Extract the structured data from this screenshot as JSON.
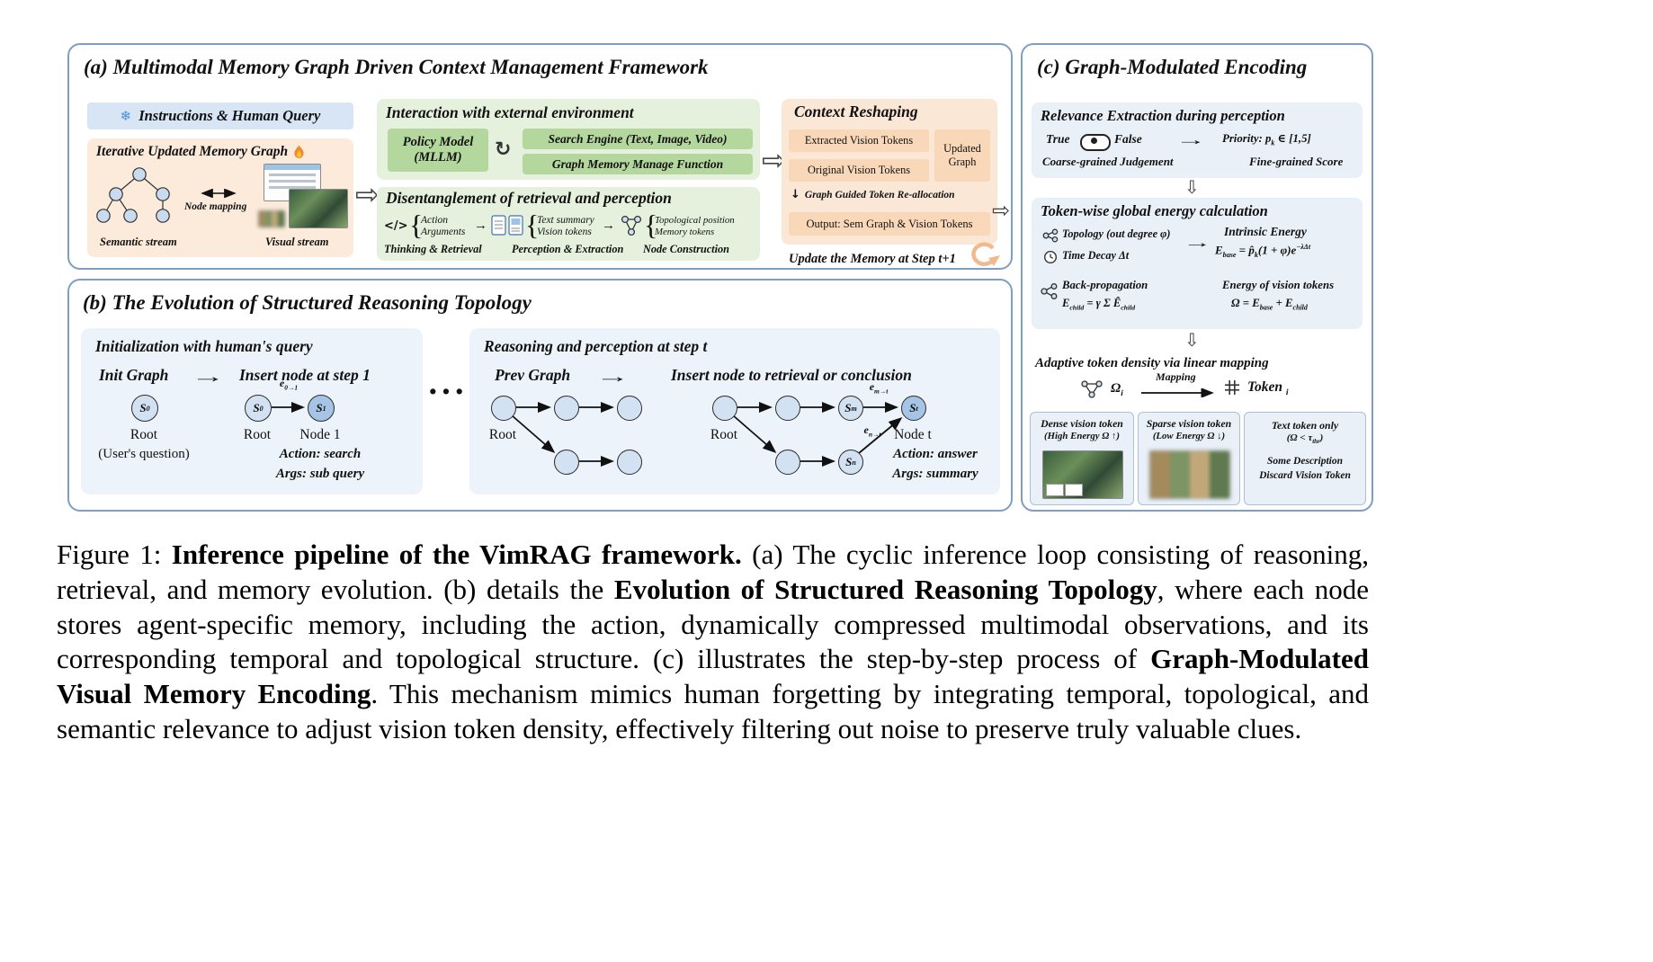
{
  "colors": {
    "panel-border": "#7d9ec6",
    "blue-bar": "#d7e5f5",
    "peach-bg": "#fcebdb",
    "green-bg": "#e5f1dd",
    "green-box": "#b4d79e",
    "orange-bg": "#fbe7d6",
    "orange-box": "#f8d8b8",
    "subpanel-bg": "#edf3fa",
    "cbox-bg": "#e9f0f8",
    "node-fill": "#d3e2f2",
    "node-fill-dark": "#a6c4e5",
    "ink": "#111111"
  },
  "icons": {
    "snowflake": "❄",
    "cycle": "↻",
    "arrow_right_hollow": "⇨",
    "arrow_down_hollow": "⇩",
    "arrow_right": "→",
    "arrow_down": "↓",
    "dots": "···",
    "code": "</>",
    "brace": "{"
  },
  "panel_a": {
    "title": "(a) Multimodal Memory Graph Driven Context Management Framework",
    "instructions_label": "Instructions & Human Query",
    "memory": {
      "title": "Iterative Updated Memory Graph",
      "node_mapping": "Node mapping",
      "semantic_stream": "Semantic stream",
      "visual_stream": "Visual stream"
    },
    "interaction": {
      "title": "Interaction with external environment",
      "policy_line1": "Policy Model",
      "policy_line2": "(MLLM)",
      "search_engine": "Search Engine (Text, Image, Video)",
      "graph_memory": "Graph Memory Manage Function"
    },
    "disentanglement": {
      "title": "Disentanglement of retrieval and perception",
      "action_line1": "Action",
      "action_line2": "Arguments",
      "text_line1": "Text summary",
      "text_line2": "Vision tokens",
      "topo_line1": "Topological position",
      "topo_line2": "Memory tokens",
      "label_thinking": "Thinking & Retrieval",
      "label_perception": "Perception & Extraction",
      "label_node": "Node Construction"
    },
    "reshaping": {
      "title": "Context Reshaping",
      "extracted": "Extracted Vision Tokens",
      "original": "Original Vision Tokens",
      "updated_line1": "Updated",
      "updated_line2": "Graph",
      "reallocation": "Graph Guided Token Re-allocation",
      "output": "Output: Sem Graph & Vision Tokens",
      "update_memory": "Update the Memory at Step t+1"
    }
  },
  "panel_b": {
    "title": "(b) The Evolution of Structured Reasoning Topology",
    "init": {
      "title": "Initialization with human's query",
      "init_graph": "Init Graph",
      "insert_node": "Insert node at step 1",
      "s0": [
        {
          "t": "S"
        },
        {
          "t": "0",
          "f": "sub"
        }
      ],
      "root1": "Root",
      "users_question": "(User's question)",
      "s0b": [
        {
          "t": "S"
        },
        {
          "t": "0",
          "f": "sub"
        }
      ],
      "s1": [
        {
          "t": "S"
        },
        {
          "t": "1",
          "f": "sub"
        }
      ],
      "e01": [
        {
          "t": "e"
        },
        {
          "t": "0→1",
          "f": "sub"
        }
      ],
      "root2": "Root",
      "node1": "Node 1",
      "action": "Action: search",
      "args": "Args: sub query"
    },
    "reasoning": {
      "title": "Reasoning and perception at step t",
      "prev_graph": "Prev Graph",
      "insert_node": "Insert node to retrieval or conclusion",
      "root_left": "Root",
      "root_right": "Root",
      "sm": [
        {
          "t": "S"
        },
        {
          "t": "m",
          "f": "sub"
        }
      ],
      "sn": [
        {
          "t": "S"
        },
        {
          "t": "n",
          "f": "sub"
        }
      ],
      "st": [
        {
          "t": "S"
        },
        {
          "t": "t",
          "f": "sub"
        }
      ],
      "emt": [
        {
          "t": "e"
        },
        {
          "t": "m→t",
          "f": "sub"
        }
      ],
      "ent": [
        {
          "t": "e"
        },
        {
          "t": "n→t",
          "f": "sub"
        }
      ],
      "node_t": "Node t",
      "action": "Action: answer",
      "args": "Args: summary"
    }
  },
  "panel_c": {
    "title": "(c) Graph-Modulated Encoding",
    "relevance": {
      "title": "Relevance Extraction during perception",
      "true_label": "True",
      "false_label": "False",
      "priority": [
        {
          "t": "Priority: p"
        },
        {
          "t": "k",
          "f": "sub"
        },
        {
          "t": " ∈ [1,5]"
        }
      ],
      "coarse": "Coarse-grained Judgement",
      "fine": "Fine-grained Score"
    },
    "energy": {
      "title": "Token-wise global energy calculation",
      "topology": "Topology (out degree φ)",
      "time_decay": "Time Decay Δt",
      "intrinsic_label": "Intrinsic Energy",
      "intrinsic_formula": [
        {
          "t": "E"
        },
        {
          "t": "base",
          "f": "sub"
        },
        {
          "t": " = p̂"
        },
        {
          "t": "k",
          "f": "sub"
        },
        {
          "t": "(1 + φ)e"
        },
        {
          "t": "−λΔt",
          "f": "sup"
        }
      ],
      "backprop_label": "Back-propagation",
      "backprop_formula": [
        {
          "t": "E"
        },
        {
          "t": "child",
          "f": "sub"
        },
        {
          "t": " = γ Σ Ê"
        },
        {
          "t": "child",
          "f": "sub"
        }
      ],
      "vision_label": "Energy of vision tokens",
      "vision_formula": [
        {
          "t": "Ω = E"
        },
        {
          "t": "base",
          "f": "sub"
        },
        {
          "t": " + E"
        },
        {
          "t": "child",
          "f": "sub"
        }
      ]
    },
    "adaptive": {
      "title": "Adaptive token density via linear mapping",
      "omega_i": [
        {
          "t": "Ω"
        },
        {
          "t": "i",
          "f": "sub"
        }
      ],
      "mapping": "Mapping",
      "token_i": [
        {
          "t": "Token "
        },
        {
          "t": "i",
          "f": "sub"
        }
      ],
      "dense_line1": "Dense vision token",
      "dense_line2": "(High Energy Ω ↑)",
      "sparse_line1": "Sparse vision token",
      "sparse_line2": "(Low Energy Ω ↓)",
      "text_line1": "Text token only",
      "text_line2": [
        {
          "t": "(Ω < τ"
        },
        {
          "t": "thr",
          "f": "sub"
        },
        {
          "t": ")"
        }
      ],
      "text_line3": "Some Description",
      "text_line4": "Discard Vision Token"
    }
  },
  "caption": {
    "runs": [
      {
        "text": "Figure 1: ",
        "bold": false
      },
      {
        "text": "Inference pipeline of the VimRAG framework.",
        "bold": true
      },
      {
        "text": " (a) The cyclic inference loop consisting of reasoning, retrieval, and memory evolution. (b) details the ",
        "bold": false
      },
      {
        "text": "Evolution of Structured Reasoning Topology",
        "bold": true
      },
      {
        "text": ", where each node stores agent-specific memory, including the action, dynamically compressed multimodal observations, and its corresponding temporal and topological structure. (c) illustrates the step-by-step process of ",
        "bold": false
      },
      {
        "text": "Graph-Modulated Visual Memory Encoding",
        "bold": true
      },
      {
        "text": ". This mechanism mimics human forgetting by integrating temporal, topological, and semantic relevance to adjust vision token density, effectively filtering out noise to preserve truly valuable clues.",
        "bold": false
      }
    ]
  }
}
